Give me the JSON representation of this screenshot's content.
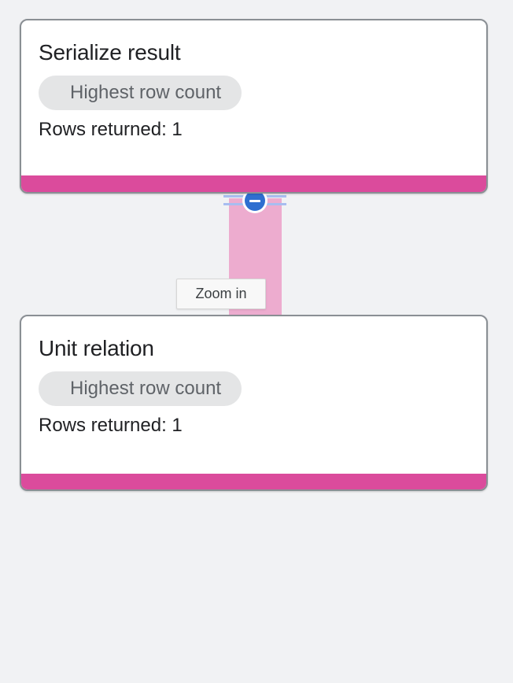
{
  "theme": {
    "background": "#f1f2f4",
    "accent_pink": "#db4b9c",
    "connector_pink": "#edaccf",
    "handle_blue": "#2f6fd0",
    "handle_line_blue": "#a8bdf0",
    "card_border": "#8a8f94",
    "pill_background": "#e4e5e6",
    "pill_text": "#5f6368",
    "title_text": "#202124"
  },
  "nodes": [
    {
      "title": "Serialize result",
      "badge": "Highest row count",
      "metric": "Rows returned: 1"
    },
    {
      "title": "Unit relation",
      "badge": "Highest row count",
      "metric": "Rows returned: 1"
    }
  ],
  "connector": {
    "handle_icon": "minus-circle-icon",
    "tooltip": "Zoom in"
  }
}
